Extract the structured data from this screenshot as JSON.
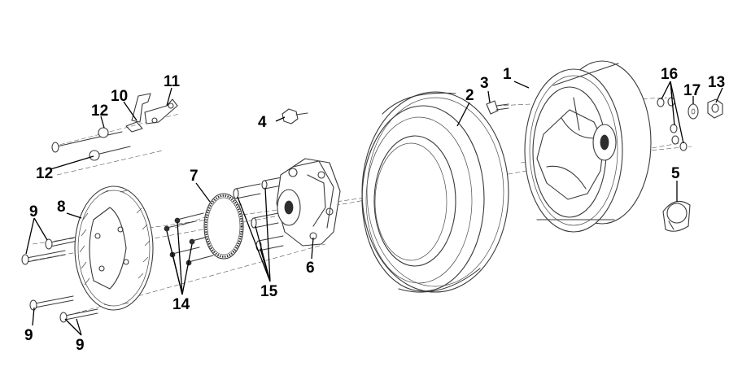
{
  "callouts": {
    "c1": "1",
    "c2": "2",
    "c3": "3",
    "c4": "4",
    "c5": "5",
    "c6": "6",
    "c7": "7",
    "c8": "8",
    "c9a": "9",
    "c9b": "9",
    "c9c": "9",
    "c10": "10",
    "c11": "11",
    "c12a": "12",
    "c12b": "12",
    "c13": "13",
    "c14": "14",
    "c15": "15",
    "c16": "16",
    "c17": "17"
  }
}
